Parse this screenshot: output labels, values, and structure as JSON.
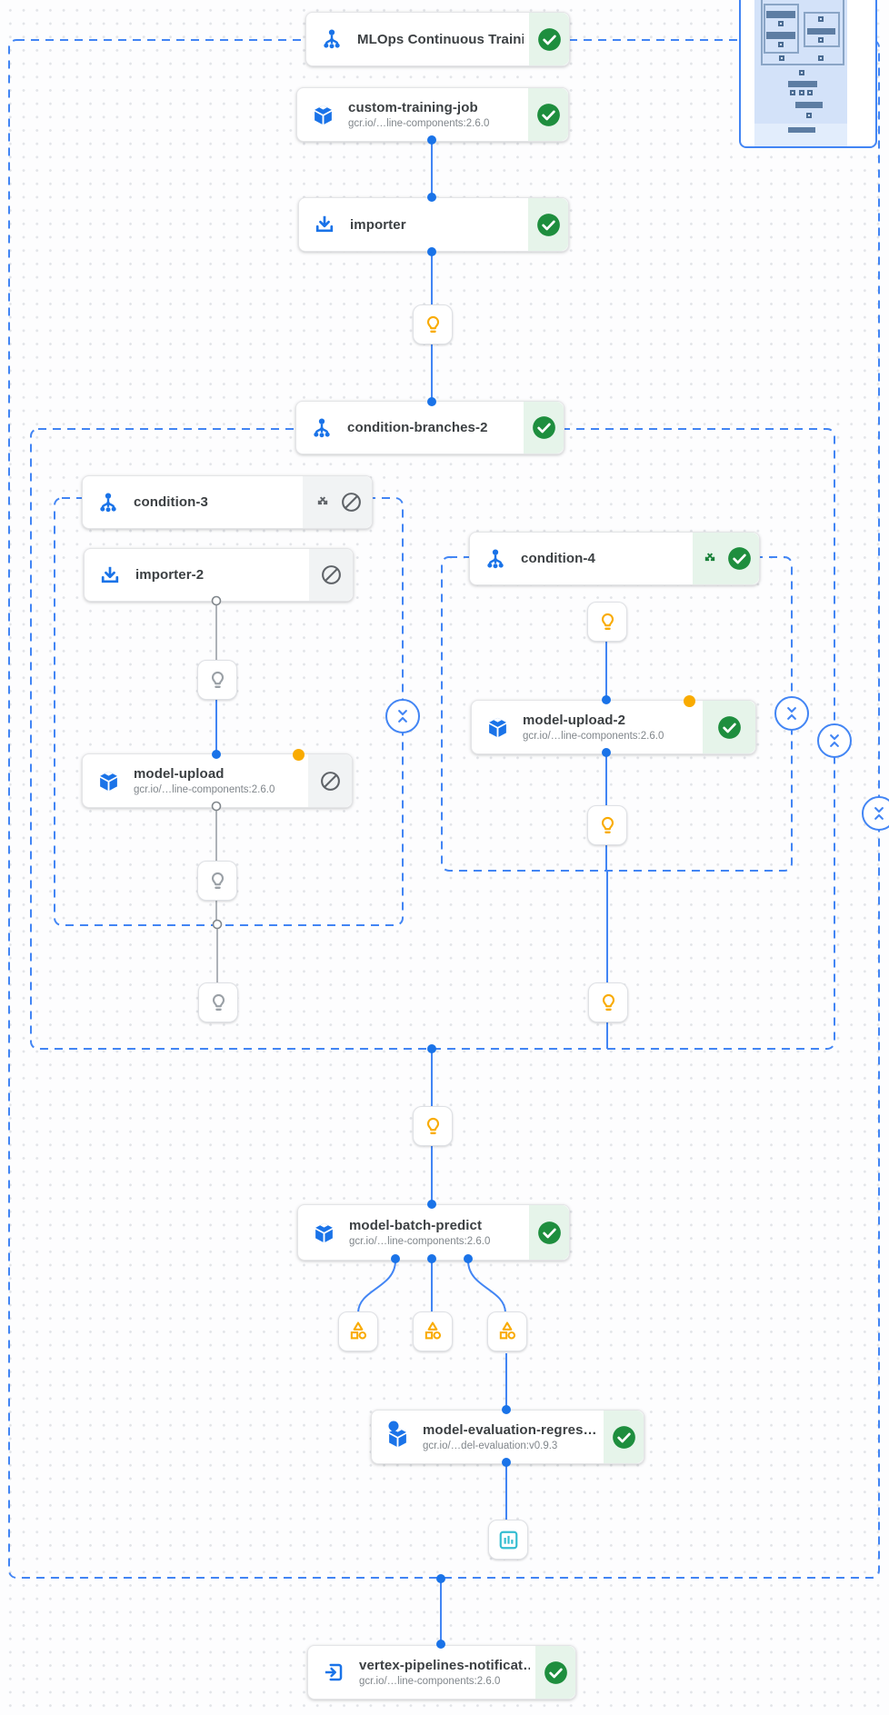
{
  "app": {
    "view": "pipeline-dag-canvas"
  },
  "colors": {
    "accent_blue": "#4285f4",
    "icon_blue": "#1a73e8",
    "success_green": "#1e8e3e",
    "success_bg": "#e6f4ea",
    "skipped_bg": "#f1f3f4",
    "warning_yellow": "#f9ab00",
    "metrics_teal": "#35bdd1",
    "edge_gray": "#9aa0a6"
  },
  "nodes": [
    {
      "id": "mlops-continuous-training",
      "title": "MLOps Continuous Traini…",
      "status": "succeeded"
    },
    {
      "id": "custom-training-job",
      "title": "custom-training-job",
      "subtitle": "gcr.io/…line-components:2.6.0",
      "status": "succeeded"
    },
    {
      "id": "importer",
      "title": "importer",
      "status": "succeeded"
    },
    {
      "id": "condition-branches-2",
      "title": "condition-branches-2",
      "status": "succeeded"
    },
    {
      "id": "condition-3",
      "title": "condition-3",
      "status": "skipped"
    },
    {
      "id": "importer-2",
      "title": "importer-2",
      "status": "skipped"
    },
    {
      "id": "model-upload",
      "title": "model-upload",
      "subtitle": "gcr.io/…line-components:2.6.0",
      "status": "skipped",
      "badge": "cached"
    },
    {
      "id": "condition-4",
      "title": "condition-4",
      "status": "succeeded"
    },
    {
      "id": "model-upload-2",
      "title": "model-upload-2",
      "subtitle": "gcr.io/…line-components:2.6.0",
      "status": "succeeded",
      "badge": "cached"
    },
    {
      "id": "model-batch-predict",
      "title": "model-batch-predict",
      "subtitle": "gcr.io/…line-components:2.6.0",
      "status": "succeeded"
    },
    {
      "id": "model-evaluation-regression",
      "title": "model-evaluation-regres…",
      "subtitle": "gcr.io/…del-evaluation:v0.9.3",
      "status": "succeeded"
    },
    {
      "id": "vertex-pipelines-notification",
      "title": "vertex-pipelines-notificat…",
      "subtitle": "gcr.io/…line-components:2.6.0",
      "status": "succeeded"
    }
  ]
}
